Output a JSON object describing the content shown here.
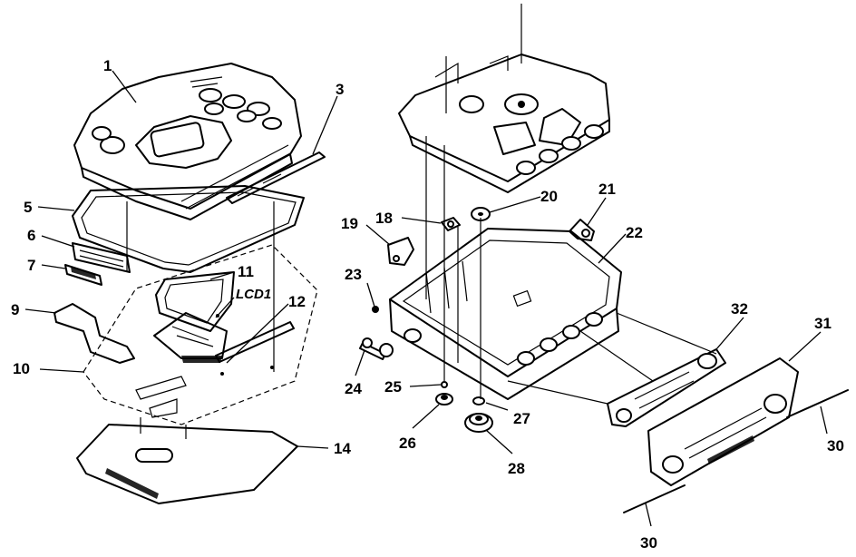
{
  "callouts": {
    "c1": "1",
    "c3": "3",
    "c5": "5",
    "c6": "6",
    "c7": "7",
    "c9": "9",
    "c10": "10",
    "c11": "11",
    "lcd1": "LCD1",
    "c12": "12",
    "c14": "14",
    "c18": "18",
    "c19": "19",
    "c20": "20",
    "c21": "21",
    "c22": "22",
    "c23": "23",
    "c24": "24",
    "c25": "25",
    "c26": "26",
    "c27": "27",
    "c28": "28",
    "c30a": "30",
    "c30b": "30",
    "c31": "31",
    "c32": "32"
  }
}
